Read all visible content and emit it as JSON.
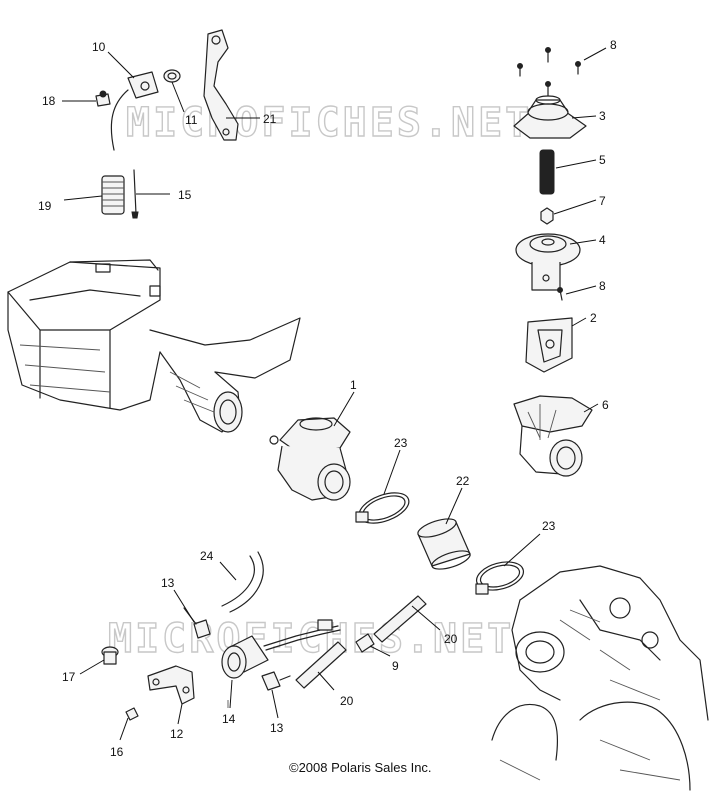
{
  "watermark": "MICROFICHES.NET",
  "copyright": "©2008 Polaris Sales Inc.",
  "callouts": {
    "c1": "1",
    "c2": "2",
    "c3": "3",
    "c4": "4",
    "c5": "5",
    "c6": "6",
    "c7": "7",
    "c8a": "8",
    "c8b": "8",
    "c9": "9",
    "c10": "10",
    "c11": "11",
    "c12": "12",
    "c13a": "13",
    "c13b": "13",
    "c14": "14",
    "c15": "15",
    "c16": "16",
    "c17": "17",
    "c18": "18",
    "c19": "19",
    "c20a": "20",
    "c20b": "20",
    "c21": "21",
    "c22": "22",
    "c23a": "23",
    "c23b": "23",
    "c24": "24"
  }
}
